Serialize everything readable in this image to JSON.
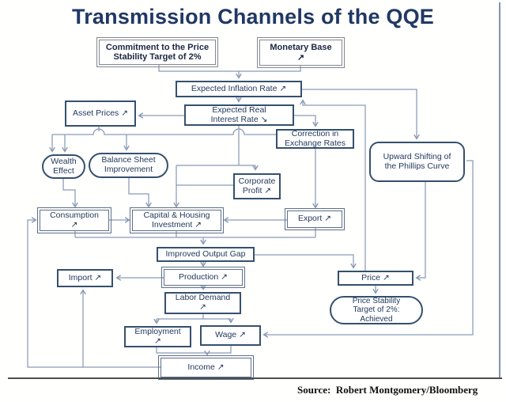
{
  "title": "Transmission Channels of the QQE",
  "source": "Source:  Robert Montgomery/Bloomberg",
  "colors": {
    "title_text": "#203864",
    "connector": "#8a9ab5",
    "box_border_dark": "#35506e",
    "box_border_double": "#5f7089",
    "box_border_gray": "#83878f",
    "node_text": "#233a5c",
    "bottom_rule": "#4d4d4d"
  },
  "nodes": {
    "commitment": {
      "label": "Commitment to the Price\nStability Target of 2%"
    },
    "monetary_base": {
      "label": "Monetary Base\n↗"
    },
    "expected_inflation_rate": {
      "label": "Expected Inflation Rate ↗"
    },
    "expected_real_interest_rate": {
      "label": "Expected Real\nInterest Rate ↘"
    },
    "asset_prices": {
      "label": "Asset Prices ↗"
    },
    "correction_exchange_rates": {
      "label": "Correction in\nExchange Rates"
    },
    "phillips_curve": {
      "label": "Upward Shifting of\nthe Phillips Curve"
    },
    "wealth_effect": {
      "label": "Wealth\nEffect"
    },
    "balance_sheet": {
      "label": "Balance Sheet\nImprovement"
    },
    "corporate_profit": {
      "label": "Corporate\nProfit ↗"
    },
    "consumption": {
      "label": "Consumption\n↗"
    },
    "capital_housing": {
      "label": "Capital & Housing\nInvestment ↗"
    },
    "export": {
      "label": "Export ↗"
    },
    "improved_output_gap": {
      "label": "Improved Output Gap"
    },
    "import": {
      "label": "Import ↗"
    },
    "production": {
      "label": "Production ↗"
    },
    "price": {
      "label": "Price ↗"
    },
    "labor_demand": {
      "label": "Labor Demand\n↗"
    },
    "price_stability_achieved": {
      "label": "Price Stability\nTarget of 2%:\nAchieved"
    },
    "employment": {
      "label": "Employment\n↗"
    },
    "wage": {
      "label": "Wage ↗"
    },
    "income": {
      "label": "Income ↗"
    }
  },
  "edges": [
    {
      "from": "commitment",
      "to": "expected_inflation_rate"
    },
    {
      "from": "monetary_base",
      "to": "expected_inflation_rate"
    },
    {
      "from": "expected_inflation_rate",
      "to": "expected_real_interest_rate"
    },
    {
      "from": "expected_inflation_rate",
      "to": "phillips_curve"
    },
    {
      "from": "expected_real_interest_rate",
      "to": "asset_prices"
    },
    {
      "from": "expected_real_interest_rate",
      "to": "correction_exchange_rates"
    },
    {
      "from": "asset_prices",
      "to": "wealth_effect"
    },
    {
      "from": "asset_prices",
      "to": "balance_sheet"
    },
    {
      "from": "expected_real_interest_rate",
      "to": "corporate_profit"
    },
    {
      "from": "expected_real_interest_rate",
      "to": "capital_housing"
    },
    {
      "from": "corporate_profit",
      "to": "capital_housing"
    },
    {
      "from": "wealth_effect",
      "to": "consumption"
    },
    {
      "from": "balance_sheet",
      "to": "capital_housing"
    },
    {
      "from": "consumption",
      "to": "capital_housing"
    },
    {
      "from": "export",
      "to": "capital_housing"
    },
    {
      "from": "correction_exchange_rates",
      "to": "export"
    },
    {
      "from": "consumption",
      "to": "improved_output_gap"
    },
    {
      "from": "capital_housing",
      "to": "improved_output_gap"
    },
    {
      "from": "export",
      "to": "improved_output_gap"
    },
    {
      "from": "improved_output_gap",
      "to": "price"
    },
    {
      "from": "improved_output_gap",
      "to": "production"
    },
    {
      "from": "production",
      "to": "import"
    },
    {
      "from": "production",
      "to": "labor_demand"
    },
    {
      "from": "labor_demand",
      "to": "employment"
    },
    {
      "from": "labor_demand",
      "to": "wage"
    },
    {
      "from": "employment",
      "to": "income"
    },
    {
      "from": "wage",
      "to": "income"
    },
    {
      "from": "income",
      "to": "consumption"
    },
    {
      "from": "income",
      "to": "import"
    },
    {
      "from": "price",
      "to": "expected_inflation_rate"
    },
    {
      "from": "phillips_curve",
      "to": "price"
    },
    {
      "from": "phillips_curve",
      "to": "wage"
    },
    {
      "from": "price",
      "to": "price_stability_achieved"
    }
  ]
}
